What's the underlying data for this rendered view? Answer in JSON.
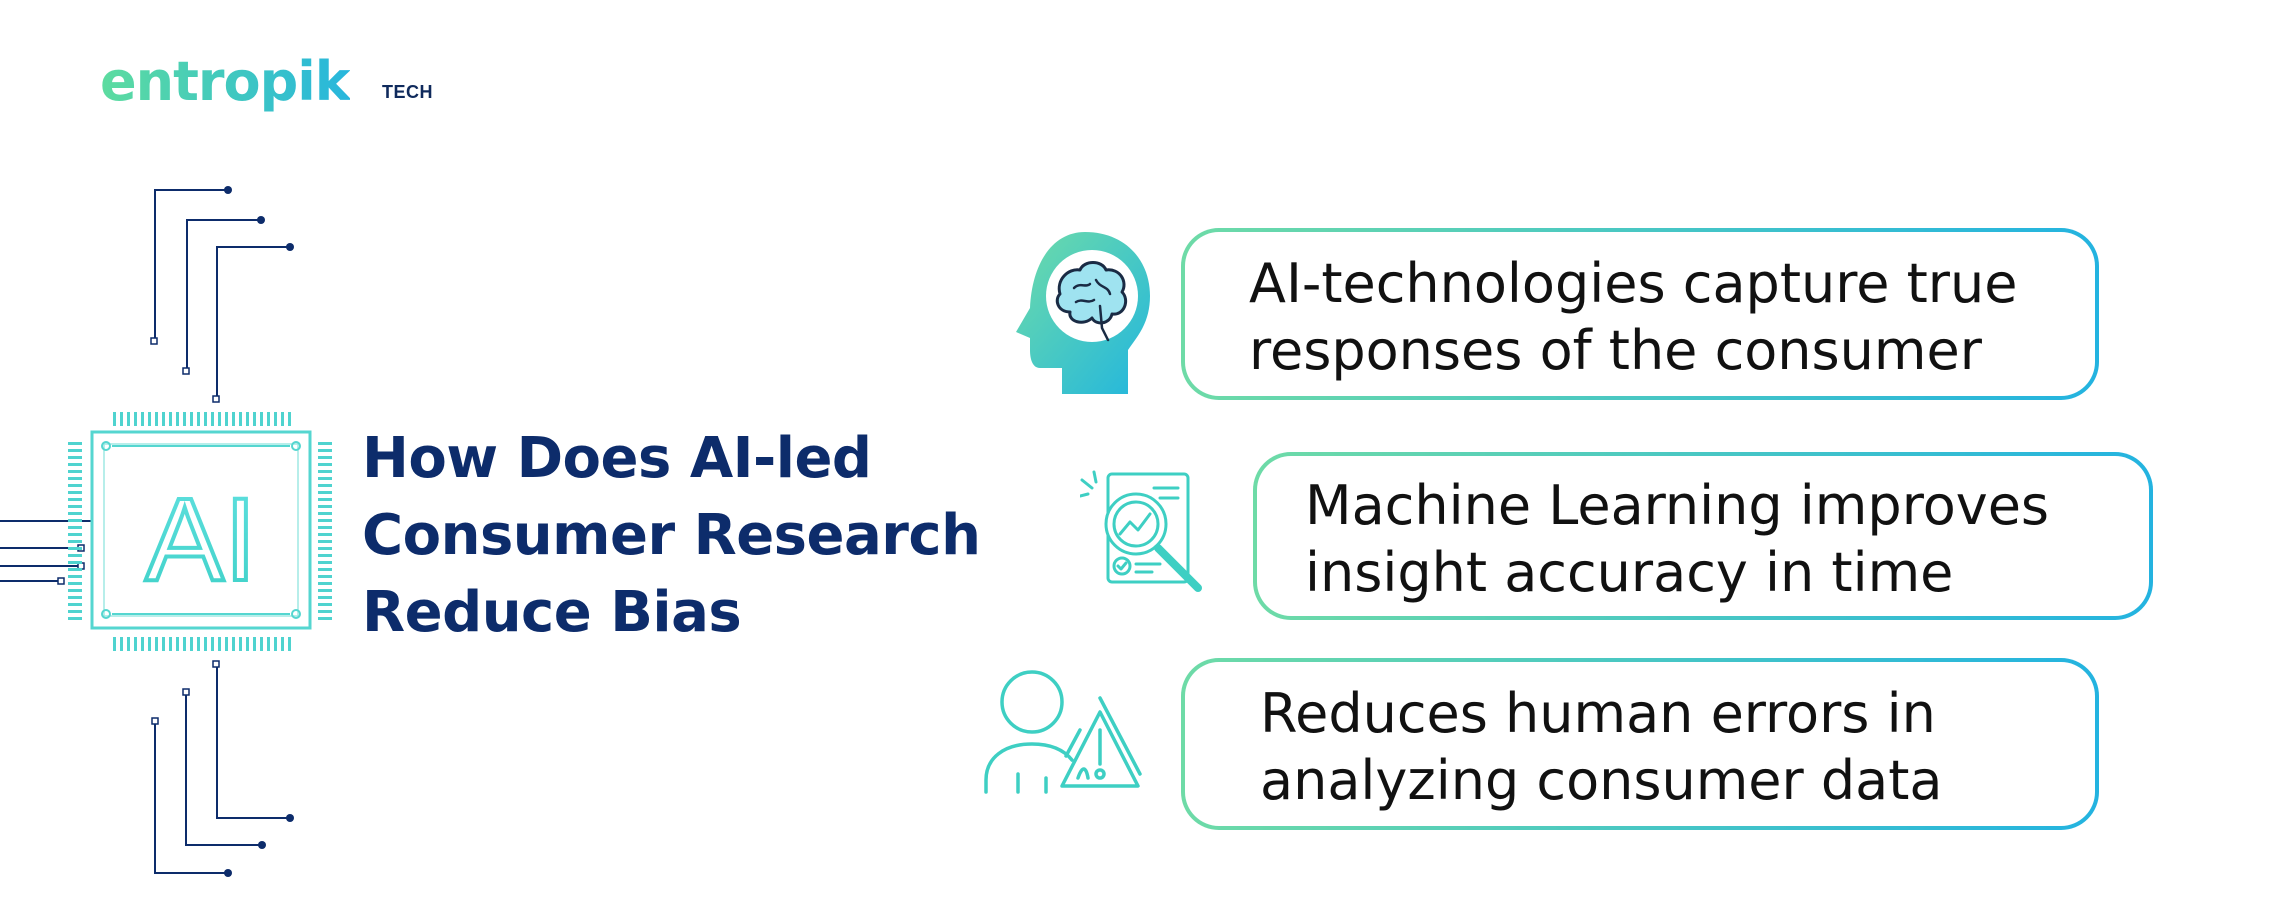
{
  "brand": {
    "name": "entropik",
    "suffix": "TECH",
    "gradient_start": "#5ddc9f",
    "gradient_end": "#27b6dd"
  },
  "chip": {
    "label": "AI"
  },
  "headline": {
    "lines": [
      "How Does AI-led",
      "Consumer Research",
      "Reduce Bias"
    ],
    "color": "#0d2c6b"
  },
  "benefits": [
    {
      "icon": "brain-head-icon",
      "lines": [
        "AI-technologies capture true",
        "responses of the consumer"
      ]
    },
    {
      "icon": "magnifier-chart-document-icon",
      "lines": [
        "Machine Learning improves",
        "insight accuracy in time"
      ]
    },
    {
      "icon": "person-warning-icon",
      "lines": [
        "Reduces human errors in",
        "analyzing consumer data"
      ]
    }
  ],
  "colors": {
    "accent_green": "#6edba7",
    "accent_blue": "#23b3e0",
    "circuit_line": "#0d2c6b"
  }
}
